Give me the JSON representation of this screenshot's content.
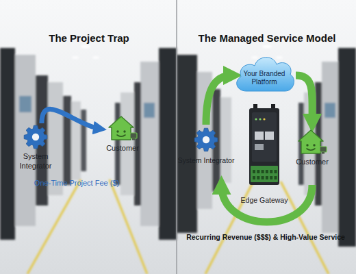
{
  "diagram": {
    "nodes": [
      {
        "text": [
          "System Integrator"
        ]
      },
      {
        "text": [
          "Customer"
        ]
      },
      {
        "text": [
          "Your Branded Platform"
        ]
      },
      {
        "text": [
          "System Integrator"
        ]
      },
      {
        "text": [
          "Edge Gateway"
        ]
      },
      {
        "text": [
          "Customer"
        ]
      }
    ],
    "edges": [
      {
        "from": 0,
        "to": 1,
        "arrow": "to"
      },
      {
        "from": 3,
        "to": 2,
        "arrow": "to"
      },
      {
        "from": 2,
        "to": 5,
        "arrow": "to"
      },
      {
        "from": 5,
        "to": 3,
        "arrow": "to"
      }
    ],
    "labels": [
      "The Project Trap",
      "The Managed Service Model",
      "One-Time Project Fee ($)",
      "Recurring Revenue ($$$) & High-Value Service"
    ]
  }
}
